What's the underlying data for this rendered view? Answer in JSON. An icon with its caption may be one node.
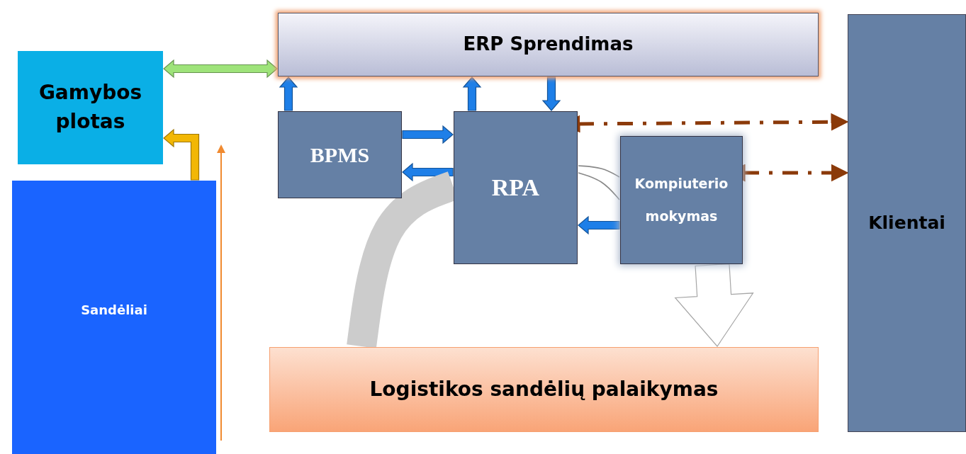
{
  "diagram": {
    "nodes": [
      {
        "text": [
          "Gamybos plotas"
        ]
      },
      {
        "text": [
          "ERP Sprendimas"
        ]
      },
      {
        "text": [
          "BPMS"
        ]
      },
      {
        "text": [
          "RPA"
        ]
      },
      {
        "text": [
          "Kompiuterio mokymas"
        ]
      },
      {
        "text": [
          "Klientai"
        ]
      },
      {
        "text": [
          "Sandėliai"
        ]
      },
      {
        "text": [
          "Logistikos sandėlių palaikymas"
        ]
      }
    ],
    "edges": [
      {
        "from": 0,
        "to": 1,
        "arrow": "both",
        "color": "#9ee37a"
      },
      {
        "from": 2,
        "to": 1,
        "arrow": "to"
      },
      {
        "from": 3,
        "to": 1,
        "arrow": "to"
      },
      {
        "from": 1,
        "to": 3,
        "arrow": "to"
      },
      {
        "from": 2,
        "to": 3,
        "arrow": "to"
      },
      {
        "from": 3,
        "to": 2,
        "arrow": "to"
      },
      {
        "from": 4,
        "to": 3,
        "arrow": "to"
      },
      {
        "from": 3,
        "to": 5,
        "arrow": "both",
        "style": "dashed",
        "color": "#8b3a0a"
      },
      {
        "from": 4,
        "to": 5,
        "arrow": "both",
        "style": "dashed",
        "color": "#8b3a0a"
      },
      {
        "from": 6,
        "to": 0,
        "arrow": "to",
        "color": "#f2b705"
      },
      {
        "from": 3,
        "to": 7,
        "arrow": "none",
        "style": "thick",
        "color": "#cccccc"
      },
      {
        "from": 3,
        "to": 4,
        "arrow": "none",
        "color": "#888888"
      },
      {
        "from": 3,
        "to": 4,
        "arrow": "none",
        "color": "#888888"
      },
      {
        "from": 4,
        "to": 7,
        "arrow": "to",
        "style": "thick",
        "color": "#ffffff"
      }
    ]
  }
}
